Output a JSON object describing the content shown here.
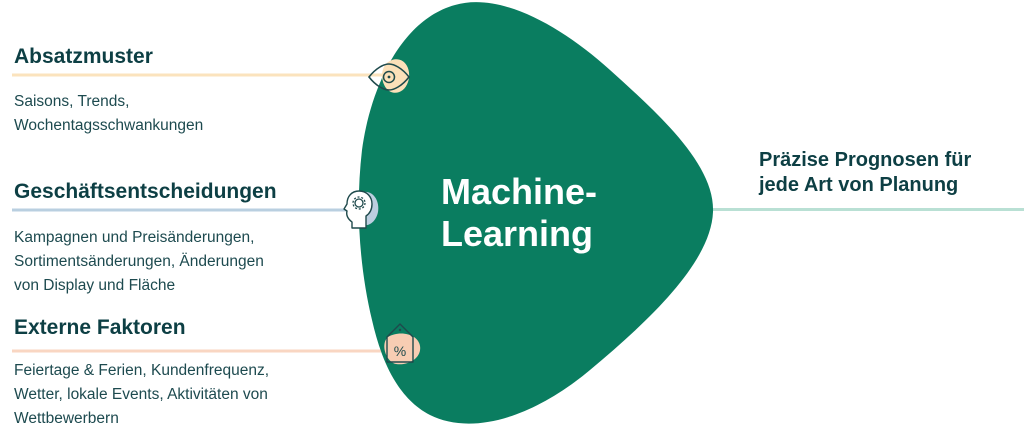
{
  "center": {
    "title_line1": "Machine-",
    "title_line2": "Learning",
    "color": "#0a7d60"
  },
  "inputs": [
    {
      "heading": "Absatzmuster",
      "lines": [
        "Saisons, Trends,",
        "Wochentagsschwankungen"
      ],
      "icon": "eye-icon",
      "line_color": "#fbe3bd",
      "icon_bg_color": "#fbe0b9"
    },
    {
      "heading": "Geschäftsentscheidungen",
      "lines": [
        "Kampagnen und Preisänderungen,",
        "Sortimentsänderungen, Änderungen",
        "von Display und Fläche"
      ],
      "icon": "head-gear-icon",
      "line_color": "#b9cfe0",
      "icon_bg_color": "#bccfe0"
    },
    {
      "heading": "Externe Faktoren",
      "lines": [
        "Feiertage & Ferien, Kundenfrequenz,",
        "Wetter, lokale Events, Aktivitäten von",
        "Wettbewerbern"
      ],
      "icon": "percent-tag-icon",
      "line_color": "#f9d6c2",
      "icon_bg_color": "#f8cdb3"
    }
  ],
  "output": {
    "line1": "Präzise Prognosen für",
    "line2": "jede Art von Planung",
    "line_color": "#b9e0d4"
  }
}
